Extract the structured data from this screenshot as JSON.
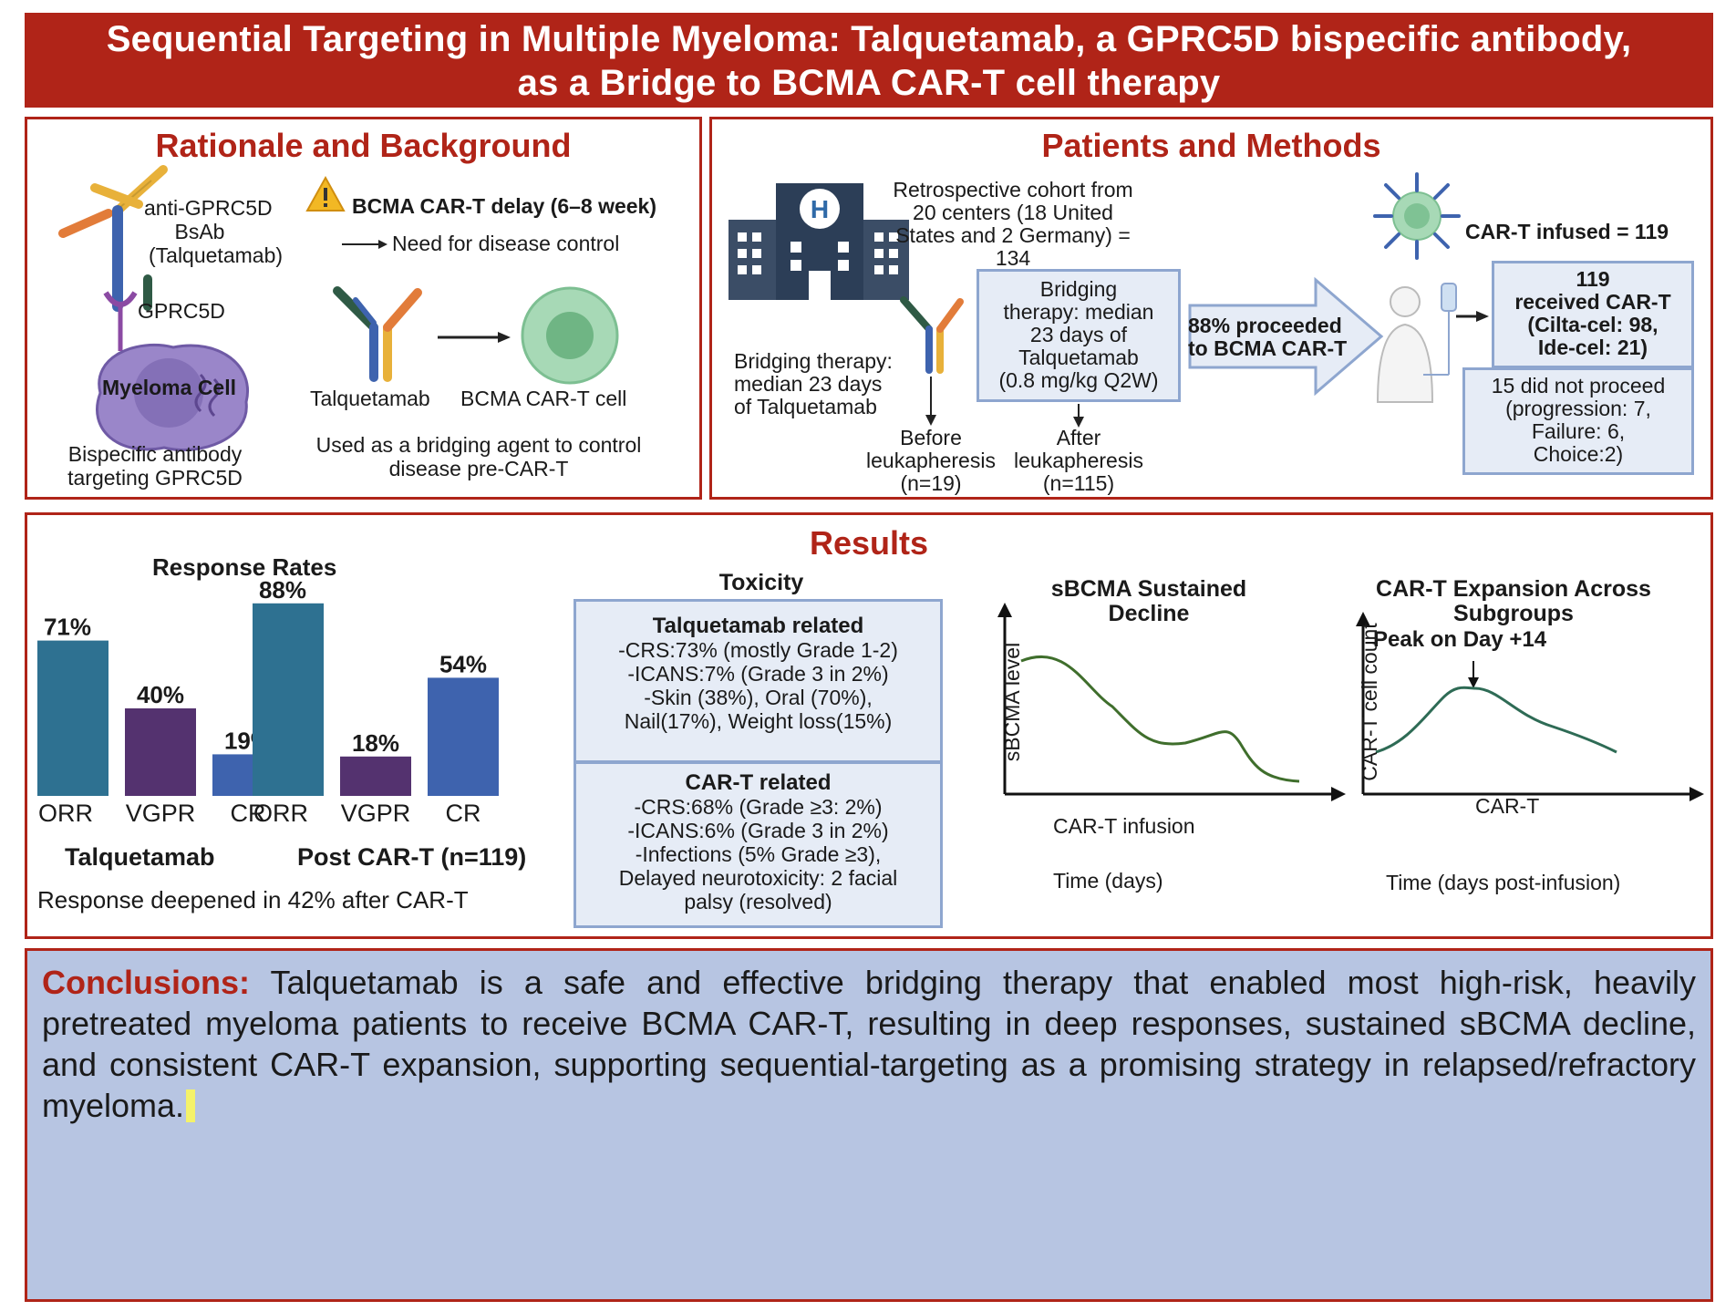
{
  "title": {
    "line1": "Sequential Targeting in Multiple Myeloma: Talquetamab, a GPRC5D bispecific antibody,",
    "line2": "as a Bridge to BCMA CAR-T cell therapy"
  },
  "rationale": {
    "heading": "Rationale and Background",
    "antibody_label": [
      "anti-GPRC5D",
      "BsAb",
      "(Talquetamab)"
    ],
    "receptor_label": "GPRC5D",
    "cell_label": "Myeloma Cell",
    "caption": [
      "Bispecific antibody",
      "targeting GPRC5D"
    ],
    "warning_title": "BCMA CAR-T delay (6–8 week)",
    "warning_note": "Need for disease control",
    "talq_label": "Talquetamab",
    "cart_label": "BCMA CAR-T cell",
    "bridge_caption": [
      "Used as a bridging agent to control",
      "disease pre-CAR-T"
    ]
  },
  "methods": {
    "heading": "Patients and Methods",
    "cohort": [
      "Retrospective cohort from",
      "20 centers (18 United",
      "States and 2 Germany) =",
      "134"
    ],
    "bridging_left": [
      "Bridging therapy:",
      "median 23 days",
      "of Talquetamab"
    ],
    "bridging_box": [
      "Bridging",
      "therapy: median",
      "23 days of",
      "Talquetamab",
      "(0.8 mg/kg Q2W)"
    ],
    "before": [
      "Before",
      "leukapheresis",
      "(n=19)"
    ],
    "after": [
      "After",
      "leukapheresis",
      "(n=115)"
    ],
    "proceeded": [
      "88% proceeded",
      "to BCMA CAR-T"
    ],
    "infused": "CAR-T infused = 119",
    "received": [
      "119",
      "received CAR-T",
      "(Cilta-cel: 98,",
      "Ide-cel: 21)"
    ],
    "not_proceed": [
      "15 did not proceed",
      "(progression: 7,",
      "Failure: 6,",
      "Choice:2)"
    ]
  },
  "results": {
    "heading": "Results",
    "response_title": "Response Rates",
    "group1": "Talquetamab",
    "group2": "Post CAR-T (n=119)",
    "note": "Response deepened in 42% after CAR-T",
    "toxicity": {
      "title": "Toxicity",
      "talq_title": "Talquetamab related",
      "talq_lines": [
        "-CRS:73% (mostly Grade 1-2)",
        "-ICANS:7% (Grade 3 in 2%)",
        "-Skin (38%), Oral (70%),",
        "Nail(17%), Weight loss(15%)"
      ],
      "cart_title": "CAR-T related",
      "cart_lines": [
        "-CRS:68% (Grade ≥3: 2%)",
        "-ICANS:6% (Grade 3 in 2%)",
        "-Infections (5% Grade ≥3),",
        "Delayed neurotoxicity: 2 facial",
        "palsy (resolved)"
      ]
    },
    "sbcma": {
      "title": [
        "sBCMA Sustained",
        "Decline"
      ],
      "ylabel": "sBCMA level",
      "xlabel": "Time (days)",
      "annotation": "CAR-T infusion"
    },
    "expansion": {
      "title": [
        "CAR-T Expansion Across",
        "Subgroups"
      ],
      "peak": "Peak on Day +14",
      "ylabel": "CAR-T cell count",
      "xlabel": "Time (days  post-infusion)",
      "annotation": "CAR-T"
    }
  },
  "chart_data": [
    {
      "type": "bar",
      "title": "Response Rates",
      "groups": [
        {
          "name": "Talquetamab",
          "categories": [
            "ORR",
            "VGPR",
            "CR"
          ],
          "values": [
            71,
            40,
            19
          ],
          "labels": [
            "71%",
            "40%",
            "19%"
          ]
        },
        {
          "name": "Post CAR-T (n=119)",
          "categories": [
            "ORR",
            "VGPR",
            "CR"
          ],
          "values": [
            88,
            18,
            54
          ],
          "labels": [
            "88%",
            "18%",
            "54%"
          ]
        }
      ],
      "colors": {
        "ORR": "#2e7191",
        "VGPR": "#54326f",
        "CR": "#3e63ae"
      },
      "ylim": [
        0,
        100
      ]
    }
  ],
  "conclusion": {
    "label": "Conclusions:",
    "text": " Talquetamab is a safe and effective bridging therapy that enabled most high-risk, heavily pretreated myeloma patients to receive BCMA CAR-T, resulting in deep responses, sustained sBCMA decline, and consistent CAR-T expansion, supporting sequential-targeting as a promising strategy in relapsed/refractory myeloma."
  },
  "colors": {
    "accent": "#b02418",
    "box_border": "#8ea6cf",
    "box_fill": "#e6ecf6",
    "conclusion_fill": "#b7c5e2",
    "curve": "#3f6e2c",
    "curve2": "#2e6b55"
  }
}
